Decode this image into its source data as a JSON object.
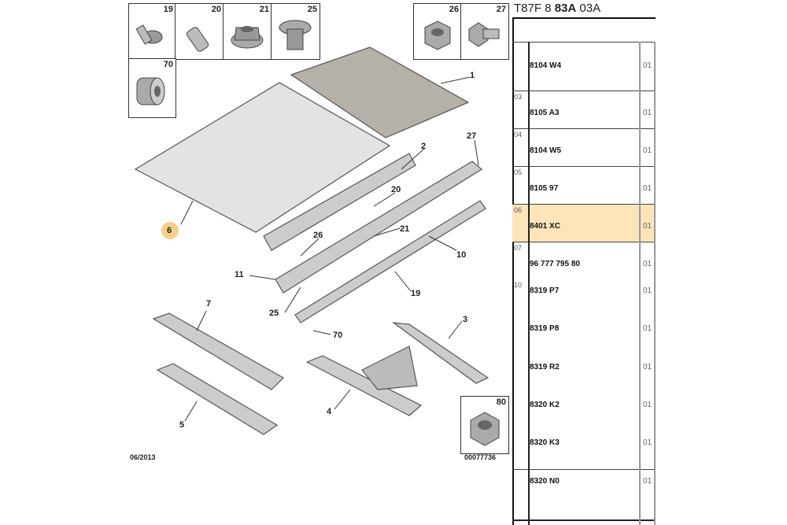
{
  "diagram": {
    "callouts": [
      {
        "num": "19",
        "icon": "screw-bolt"
      },
      {
        "num": "20",
        "icon": "stud"
      },
      {
        "num": "21",
        "icon": "flange-nut"
      },
      {
        "num": "25",
        "icon": "clip"
      },
      {
        "num": "70",
        "icon": "rivet-nut"
      },
      {
        "num": "26",
        "icon": "hex-nut"
      },
      {
        "num": "27",
        "icon": "stud-bolt"
      },
      {
        "num": "80",
        "icon": "hex-nut"
      }
    ],
    "labels": {
      "p1": "1",
      "p2": "2",
      "p3": "3",
      "p4": "4",
      "p5": "5",
      "p6": "6",
      "p7": "7",
      "p10": "10",
      "p11": "11",
      "p19": "19",
      "p20": "20",
      "p21": "21",
      "p25": "25",
      "p26": "26",
      "p27": "27",
      "p70": "70"
    },
    "date": "06/2013",
    "ref": "00077736",
    "highlight_color": "#f6cf8a"
  },
  "table": {
    "header_prefix": "T87F 8 ",
    "header_bold": "83A",
    "header_suffix": " 03A",
    "rows": [
      {
        "idx": "",
        "ref": "8104 W4",
        "qty": "01"
      },
      {
        "idx": "03",
        "ref": "8105 A3",
        "qty": "01"
      },
      {
        "idx": "04",
        "ref": "8104 W5",
        "qty": "01"
      },
      {
        "idx": "05",
        "ref": "8105 97",
        "qty": "01"
      },
      {
        "idx": "06",
        "ref": "8401 XC",
        "qty": "01",
        "selected": true
      },
      {
        "idx": "07",
        "ref": "96 777 795 80",
        "qty": "01"
      },
      {
        "idx": "10",
        "ref": "8319 P7",
        "qty": "01"
      },
      {
        "idx": "",
        "ref": "8319 P8",
        "qty": "01"
      },
      {
        "idx": "",
        "ref": "8319 R2",
        "qty": "01"
      },
      {
        "idx": "",
        "ref": "8320 K2",
        "qty": "01"
      },
      {
        "idx": "",
        "ref": "8320 K3",
        "qty": "01"
      },
      {
        "idx": "",
        "ref": "8320 N0",
        "qty": "01"
      }
    ],
    "selected_color": "#fde5b9"
  }
}
